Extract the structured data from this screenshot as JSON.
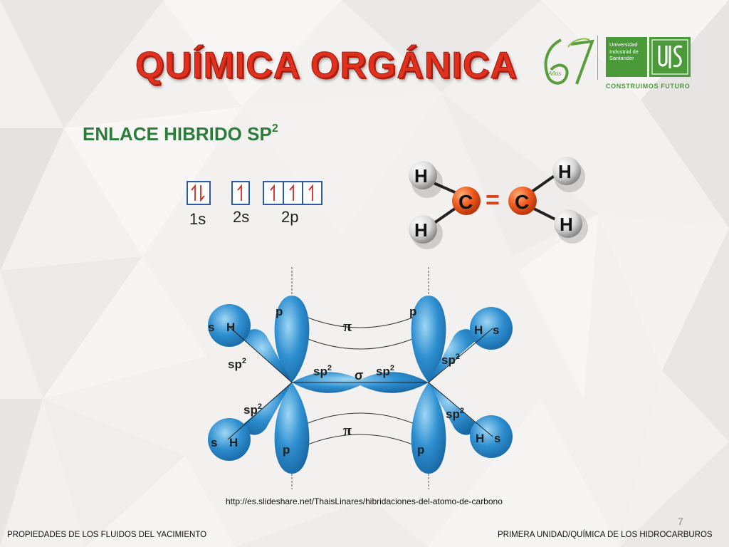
{
  "slide": {
    "title": "QUÍMICA ORGÁNICA",
    "subtitle_main": "ENLACE HIBRIDO SP",
    "subtitle_super": "2",
    "page_number": "7",
    "source_url": "http://es.slideshare.net/ThaisLinares/hibridaciones-del-atomo-de-carbono",
    "footer_left": "PROPIEDADES DE LOS FLUIDOS DEL YACIMIENTO",
    "footer_right": "PRIMERA UNIDAD/QUÍMICA DE LOS HIDROCARBUROS"
  },
  "logos": {
    "anniversary_years": "67",
    "anniversary_word": "Años",
    "uis_name_line1": "Universidad",
    "uis_name_line2": "Industrial de",
    "uis_name_line3": "Santander",
    "uis_mark": "UIS",
    "uis_slogan": "CONSTRUIMOS FUTURO",
    "brand_green": "#4a9a3a"
  },
  "orbitals": {
    "s1_label": "1s",
    "s2_label": "2s",
    "p_label": "2p",
    "arrow_color": "#d42a1e",
    "box_color": "#2d5aa0"
  },
  "ethylene": {
    "carbon_symbol": "C",
    "hydrogen_symbol": "H",
    "double_bond": "=",
    "carbon_color": "#f05a1e"
  },
  "diagram": {
    "label_p": "p",
    "label_pi": "π",
    "label_sigma": "σ",
    "label_sp2": "sp",
    "label_sp2_super": "2",
    "label_H": "H",
    "label_s": "s",
    "lobe_color": "#2e8fd0"
  }
}
